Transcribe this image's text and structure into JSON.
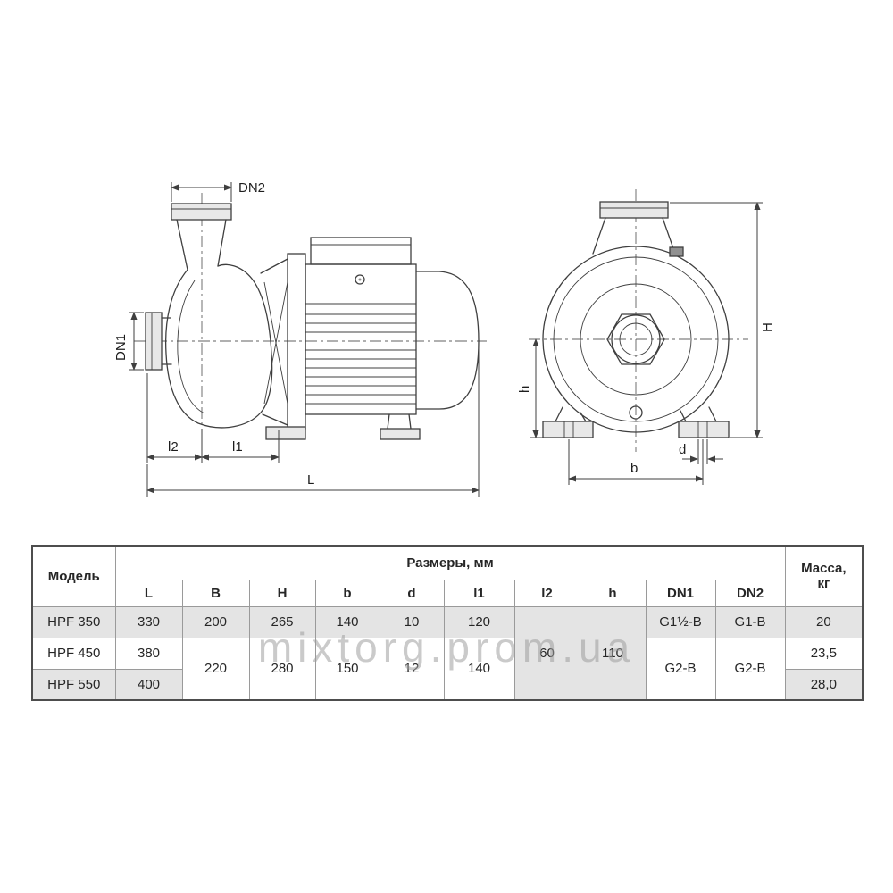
{
  "watermark": "mixtorg.prom.ua",
  "diagram": {
    "side_view_labels": {
      "DN2": "DN2",
      "DN1": "DN1",
      "l2": "l2",
      "l1": "l1",
      "L": "L"
    },
    "front_view_labels": {
      "H": "H",
      "h": "h",
      "b": "b",
      "d": "d"
    }
  },
  "table": {
    "model_header": "Модель",
    "size_header": "Размеры, мм",
    "mass_header_line1": "Масса,",
    "mass_header_line2": "кг",
    "dim_columns": [
      "L",
      "B",
      "H",
      "b",
      "d",
      "l1",
      "l2",
      "h",
      "DN1",
      "DN2"
    ],
    "rows": [
      {
        "model": "HPF 350",
        "L": "330",
        "B": "200",
        "H": "265",
        "b": "140",
        "d": "10",
        "l1": "120",
        "DN1": "G1½-B",
        "DN2": "G1-B",
        "mass": "20"
      },
      {
        "model": "HPF 450",
        "L": "380",
        "mass": "23,5"
      },
      {
        "model": "HPF 550",
        "L": "400",
        "mass": "28,0"
      }
    ],
    "merged": {
      "B": "220",
      "H": "280",
      "b": "150",
      "d": "12",
      "l1": "140",
      "l2": "60",
      "h": "110",
      "DN1": "G2-B",
      "DN2": "G2-B"
    }
  }
}
